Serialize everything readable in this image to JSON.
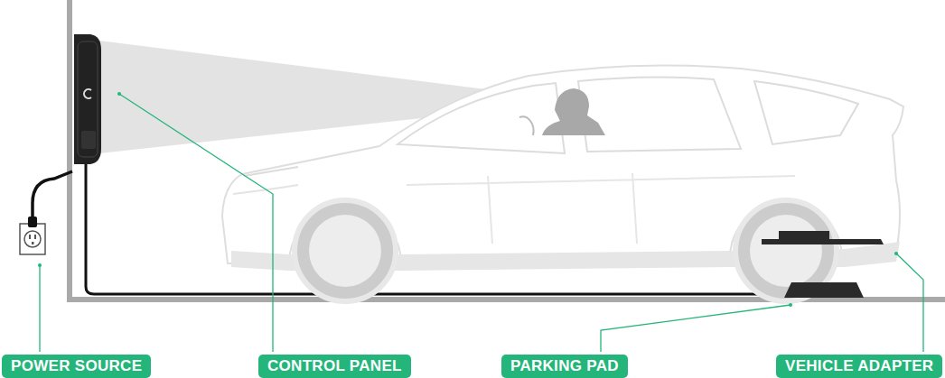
{
  "diagram": {
    "nodes": [
      {
        "text": [
          "POWER SOURCE"
        ]
      },
      {
        "text": [
          "CONTROL PANEL"
        ]
      },
      {
        "text": [
          "PARKING PAD"
        ]
      },
      {
        "text": [
          "VEHICLE ADAPTER"
        ]
      }
    ]
  }
}
